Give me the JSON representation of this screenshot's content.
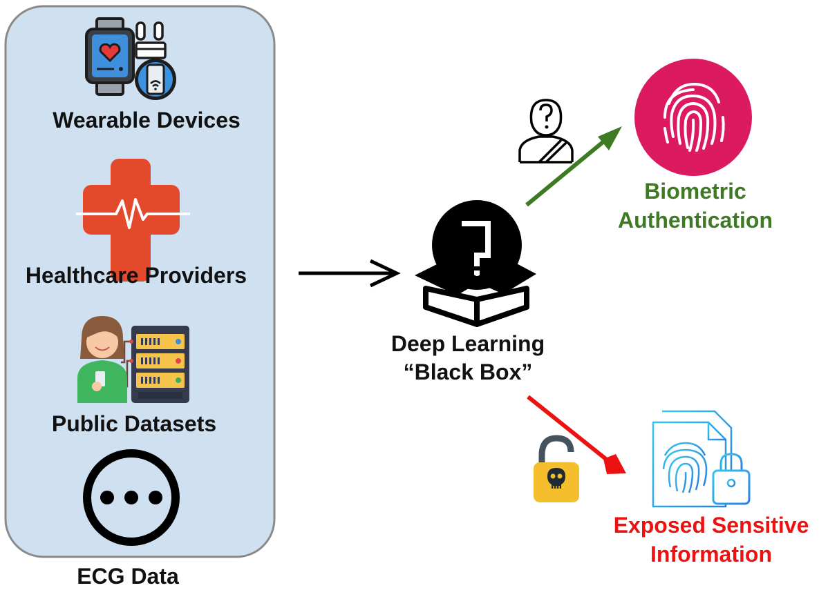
{
  "sources": {
    "container_label": "ECG Data",
    "items": [
      {
        "label": "Wearable Devices",
        "icon": "smartwatch-earbuds-phone-icon"
      },
      {
        "label": "Healthcare Providers",
        "icon": "medical-cross-heartbeat-icon"
      },
      {
        "label": "Public Datasets",
        "icon": "person-server-icon"
      },
      {
        "label": "",
        "icon": "more-ellipsis-icon"
      }
    ]
  },
  "model": {
    "line1": "Deep Learning",
    "line2": "“Black Box”",
    "icon": "question-box-icon"
  },
  "outcomes": {
    "biometric": {
      "line1": "Biometric",
      "line2": "Authentication",
      "icon": "fingerprint-icon",
      "actor_icon": "person-question-icon",
      "color": "#3e7a24"
    },
    "exposed": {
      "line1": "Exposed Sensitive",
      "line2": "Information",
      "icon": "fingerprint-document-lock-icon",
      "actor_icon": "unlocked-skull-padlock-icon",
      "color": "#ee1111"
    }
  },
  "colors": {
    "panel_fill": "#cfe0f1",
    "panel_stroke": "#8a8a8a",
    "green_arrow": "#3e7a24",
    "red_arrow": "#ee1111",
    "fingerprint_circle": "#db1a5f",
    "cross": "#e3492b",
    "doc_blue": "#31b7e8",
    "padlock_yellow": "#f4be2d"
  }
}
